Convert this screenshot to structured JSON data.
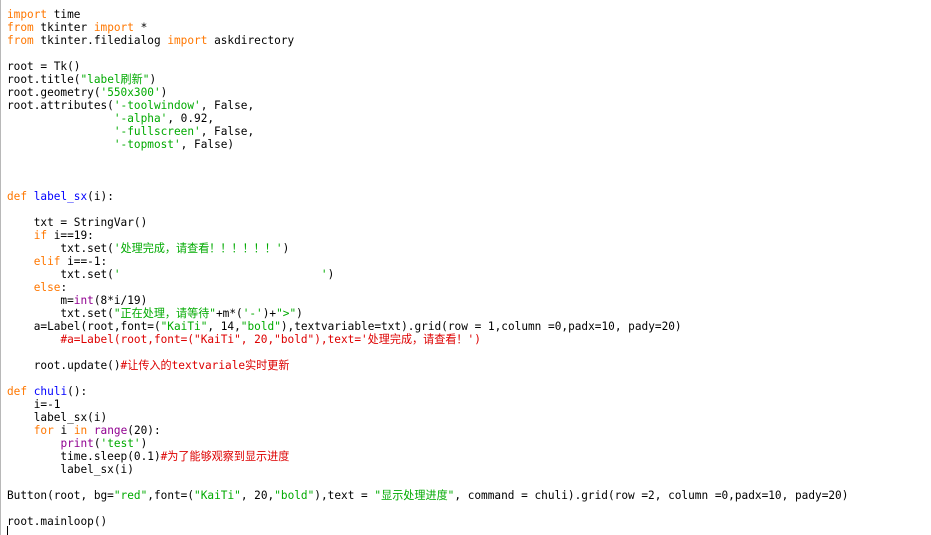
{
  "colors": {
    "keyword": "#ff7700",
    "string": "#00aa00",
    "definition": "#0000ff",
    "comment": "#dd0000",
    "builtin": "#900090",
    "text": "#000000",
    "background": "#ffffff"
  },
  "lines": [
    [
      {
        "t": "kw",
        "v": "import"
      },
      {
        "t": "n",
        "v": " time"
      }
    ],
    [
      {
        "t": "kw",
        "v": "from"
      },
      {
        "t": "n",
        "v": " tkinter "
      },
      {
        "t": "kw",
        "v": "import"
      },
      {
        "t": "n",
        "v": " *"
      }
    ],
    [
      {
        "t": "kw",
        "v": "from"
      },
      {
        "t": "n",
        "v": " tkinter.filedialog "
      },
      {
        "t": "kw",
        "v": "import"
      },
      {
        "t": "n",
        "v": " askdirectory"
      }
    ],
    [],
    [
      {
        "t": "n",
        "v": "root = Tk()"
      }
    ],
    [
      {
        "t": "n",
        "v": "root.title("
      },
      {
        "t": "str",
        "v": "\"label刷新\""
      },
      {
        "t": "n",
        "v": ")"
      }
    ],
    [
      {
        "t": "n",
        "v": "root.geometry("
      },
      {
        "t": "str",
        "v": "'550x300'"
      },
      {
        "t": "n",
        "v": ")"
      }
    ],
    [
      {
        "t": "n",
        "v": "root.attributes("
      },
      {
        "t": "str",
        "v": "'-toolwindow'"
      },
      {
        "t": "n",
        "v": ", False,"
      }
    ],
    [
      {
        "t": "n",
        "v": "                "
      },
      {
        "t": "str",
        "v": "'-alpha'"
      },
      {
        "t": "n",
        "v": ", 0.92,"
      }
    ],
    [
      {
        "t": "n",
        "v": "                "
      },
      {
        "t": "str",
        "v": "'-fullscreen'"
      },
      {
        "t": "n",
        "v": ", False,"
      }
    ],
    [
      {
        "t": "n",
        "v": "                "
      },
      {
        "t": "str",
        "v": "'-topmost'"
      },
      {
        "t": "n",
        "v": ", False)"
      }
    ],
    [],
    [],
    [],
    [
      {
        "t": "kw",
        "v": "def"
      },
      {
        "t": "n",
        "v": " "
      },
      {
        "t": "def",
        "v": "label_sx"
      },
      {
        "t": "n",
        "v": "(i):"
      }
    ],
    [],
    [
      {
        "t": "n",
        "v": "    txt = StringVar()"
      }
    ],
    [
      {
        "t": "n",
        "v": "    "
      },
      {
        "t": "kw",
        "v": "if"
      },
      {
        "t": "n",
        "v": " i==19:"
      }
    ],
    [
      {
        "t": "n",
        "v": "        txt.set("
      },
      {
        "t": "str",
        "v": "'处理完成，请查看！！！！！！'"
      },
      {
        "t": "n",
        "v": ")"
      }
    ],
    [
      {
        "t": "n",
        "v": "    "
      },
      {
        "t": "kw",
        "v": "elif"
      },
      {
        "t": "n",
        "v": " i==-1:"
      }
    ],
    [
      {
        "t": "n",
        "v": "        txt.set("
      },
      {
        "t": "str",
        "v": "'                              '"
      },
      {
        "t": "n",
        "v": ")"
      }
    ],
    [
      {
        "t": "n",
        "v": "    "
      },
      {
        "t": "kw",
        "v": "else"
      },
      {
        "t": "n",
        "v": ":"
      }
    ],
    [
      {
        "t": "n",
        "v": "        m="
      },
      {
        "t": "bi",
        "v": "int"
      },
      {
        "t": "n",
        "v": "(8*i/19)"
      }
    ],
    [
      {
        "t": "n",
        "v": "        txt.set("
      },
      {
        "t": "str",
        "v": "\"正在处理，请等待\""
      },
      {
        "t": "n",
        "v": "+m*("
      },
      {
        "t": "str",
        "v": "'-'"
      },
      {
        "t": "n",
        "v": ")+"
      },
      {
        "t": "str",
        "v": "\">\""
      },
      {
        "t": "n",
        "v": ")"
      }
    ],
    [
      {
        "t": "n",
        "v": "    a=Label(root,font=("
      },
      {
        "t": "str",
        "v": "\"KaiTi\""
      },
      {
        "t": "n",
        "v": ", 14,"
      },
      {
        "t": "str",
        "v": "\"bold\""
      },
      {
        "t": "n",
        "v": "),textvariable=txt).grid(row = 1,column =0,padx=10, pady=20)"
      }
    ],
    [
      {
        "t": "n",
        "v": "        "
      },
      {
        "t": "com",
        "v": "#a=Label(root,font=(\"KaiTi\", 20,\"bold\"),text='处理完成，请查看！')"
      }
    ],
    [],
    [
      {
        "t": "n",
        "v": "    root.update()"
      },
      {
        "t": "com",
        "v": "#让传入的textvariale实时更新"
      }
    ],
    [],
    [
      {
        "t": "kw",
        "v": "def"
      },
      {
        "t": "n",
        "v": " "
      },
      {
        "t": "def",
        "v": "chuli"
      },
      {
        "t": "n",
        "v": "():"
      }
    ],
    [
      {
        "t": "n",
        "v": "    i=-1"
      }
    ],
    [
      {
        "t": "n",
        "v": "    label_sx(i)"
      }
    ],
    [
      {
        "t": "n",
        "v": "    "
      },
      {
        "t": "kw",
        "v": "for"
      },
      {
        "t": "n",
        "v": " i "
      },
      {
        "t": "kw",
        "v": "in"
      },
      {
        "t": "n",
        "v": " "
      },
      {
        "t": "bi",
        "v": "range"
      },
      {
        "t": "n",
        "v": "(20):"
      }
    ],
    [
      {
        "t": "n",
        "v": "        "
      },
      {
        "t": "bi",
        "v": "print"
      },
      {
        "t": "n",
        "v": "("
      },
      {
        "t": "str",
        "v": "'test'"
      },
      {
        "t": "n",
        "v": ")"
      }
    ],
    [
      {
        "t": "n",
        "v": "        time.sleep(0.1)"
      },
      {
        "t": "com",
        "v": "#为了能够观察到显示进度"
      }
    ],
    [
      {
        "t": "n",
        "v": "        label_sx(i)"
      }
    ],
    [],
    [
      {
        "t": "n",
        "v": "Button(root, bg="
      },
      {
        "t": "str",
        "v": "\"red\""
      },
      {
        "t": "n",
        "v": ",font=("
      },
      {
        "t": "str",
        "v": "\"KaiTi\""
      },
      {
        "t": "n",
        "v": ", 20,"
      },
      {
        "t": "str",
        "v": "\"bold\""
      },
      {
        "t": "n",
        "v": "),text = "
      },
      {
        "t": "str",
        "v": "\"显示处理进度\""
      },
      {
        "t": "n",
        "v": ", command = chuli).grid(row =2, column =0,padx=10, pady=20)"
      }
    ],
    [],
    [
      {
        "t": "n",
        "v": "root.mainloop()"
      }
    ]
  ]
}
